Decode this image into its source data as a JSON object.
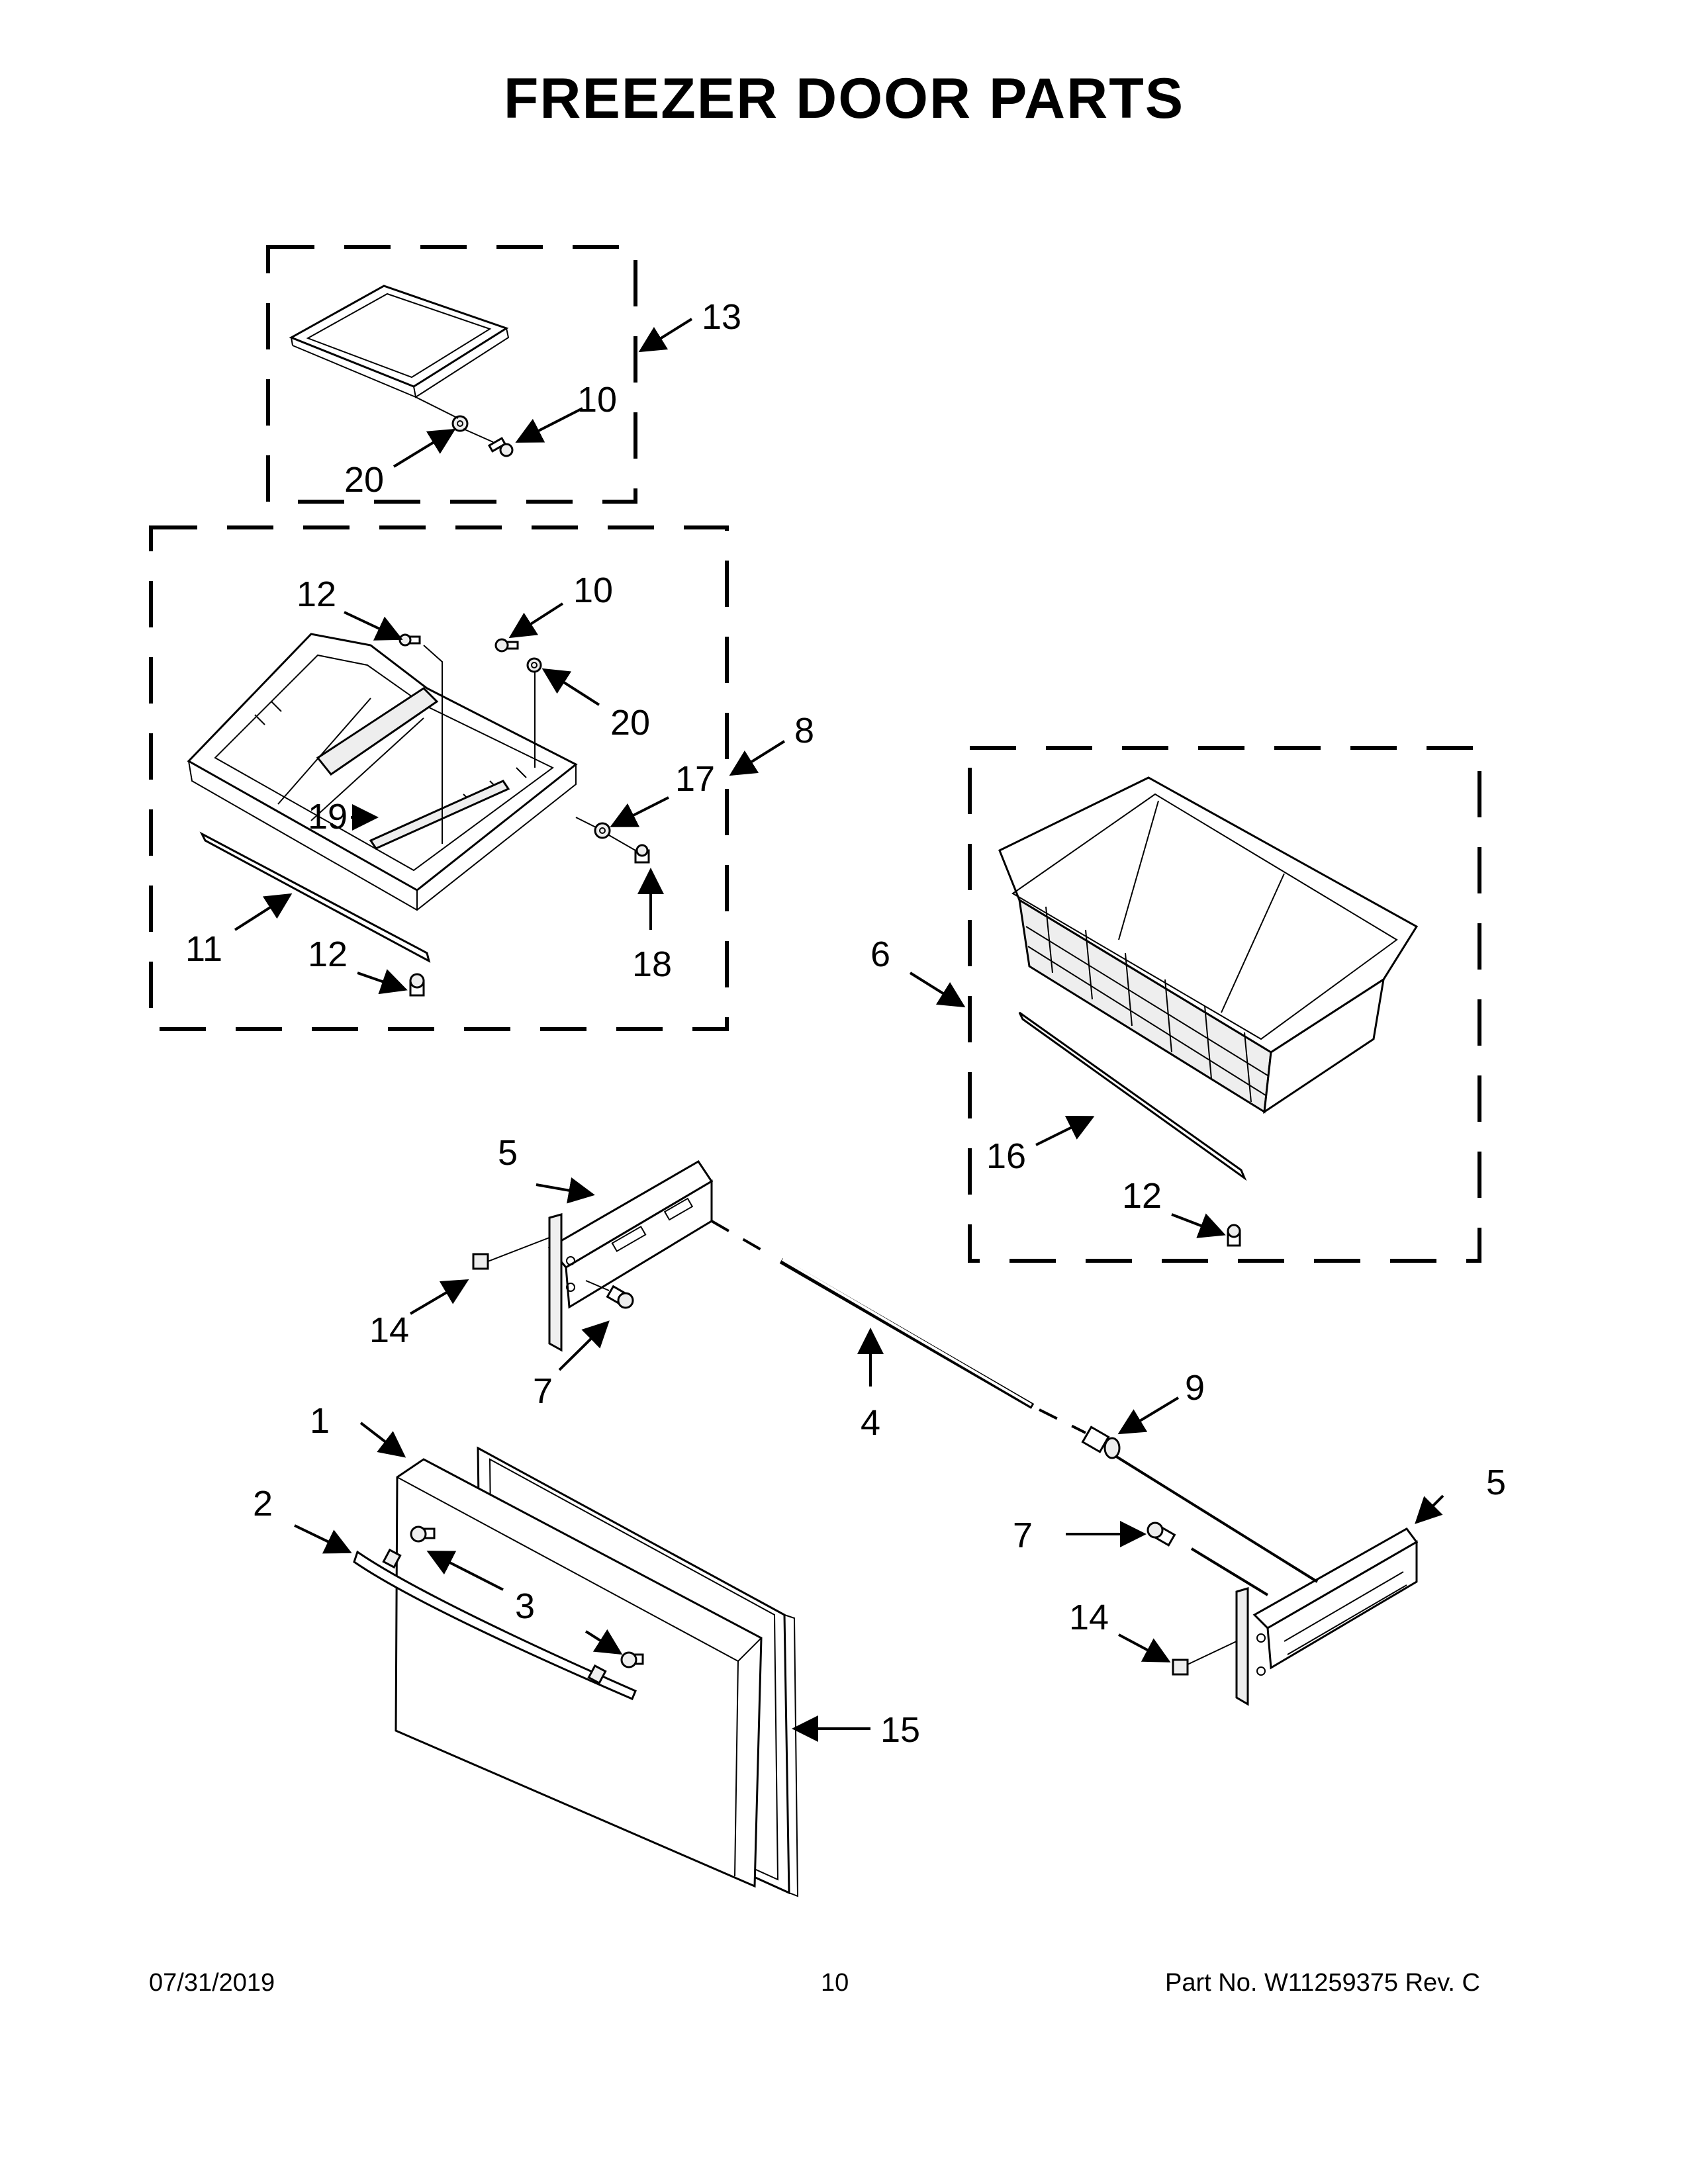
{
  "title": "FREEZER DOOR PARTS",
  "callouts": {
    "c1": "1",
    "c2": "2",
    "c3": "3",
    "c4": "4",
    "c5a": "5",
    "c5b": "5",
    "c6": "6",
    "c7a": "7",
    "c7b": "7",
    "c8": "8",
    "c9": "9",
    "c10a": "10",
    "c10b": "10",
    "c11": "11",
    "c12a": "12",
    "c12b": "12",
    "c12c": "12",
    "c13": "13",
    "c14a": "14",
    "c14b": "14",
    "c15": "15",
    "c16": "16",
    "c17": "17",
    "c18": "18",
    "c19": "19",
    "c20a": "20",
    "c20b": "20"
  },
  "footer": {
    "date": "07/31/2019",
    "page": "10",
    "part_number": "Part No.  W11259375  Rev.  C"
  }
}
